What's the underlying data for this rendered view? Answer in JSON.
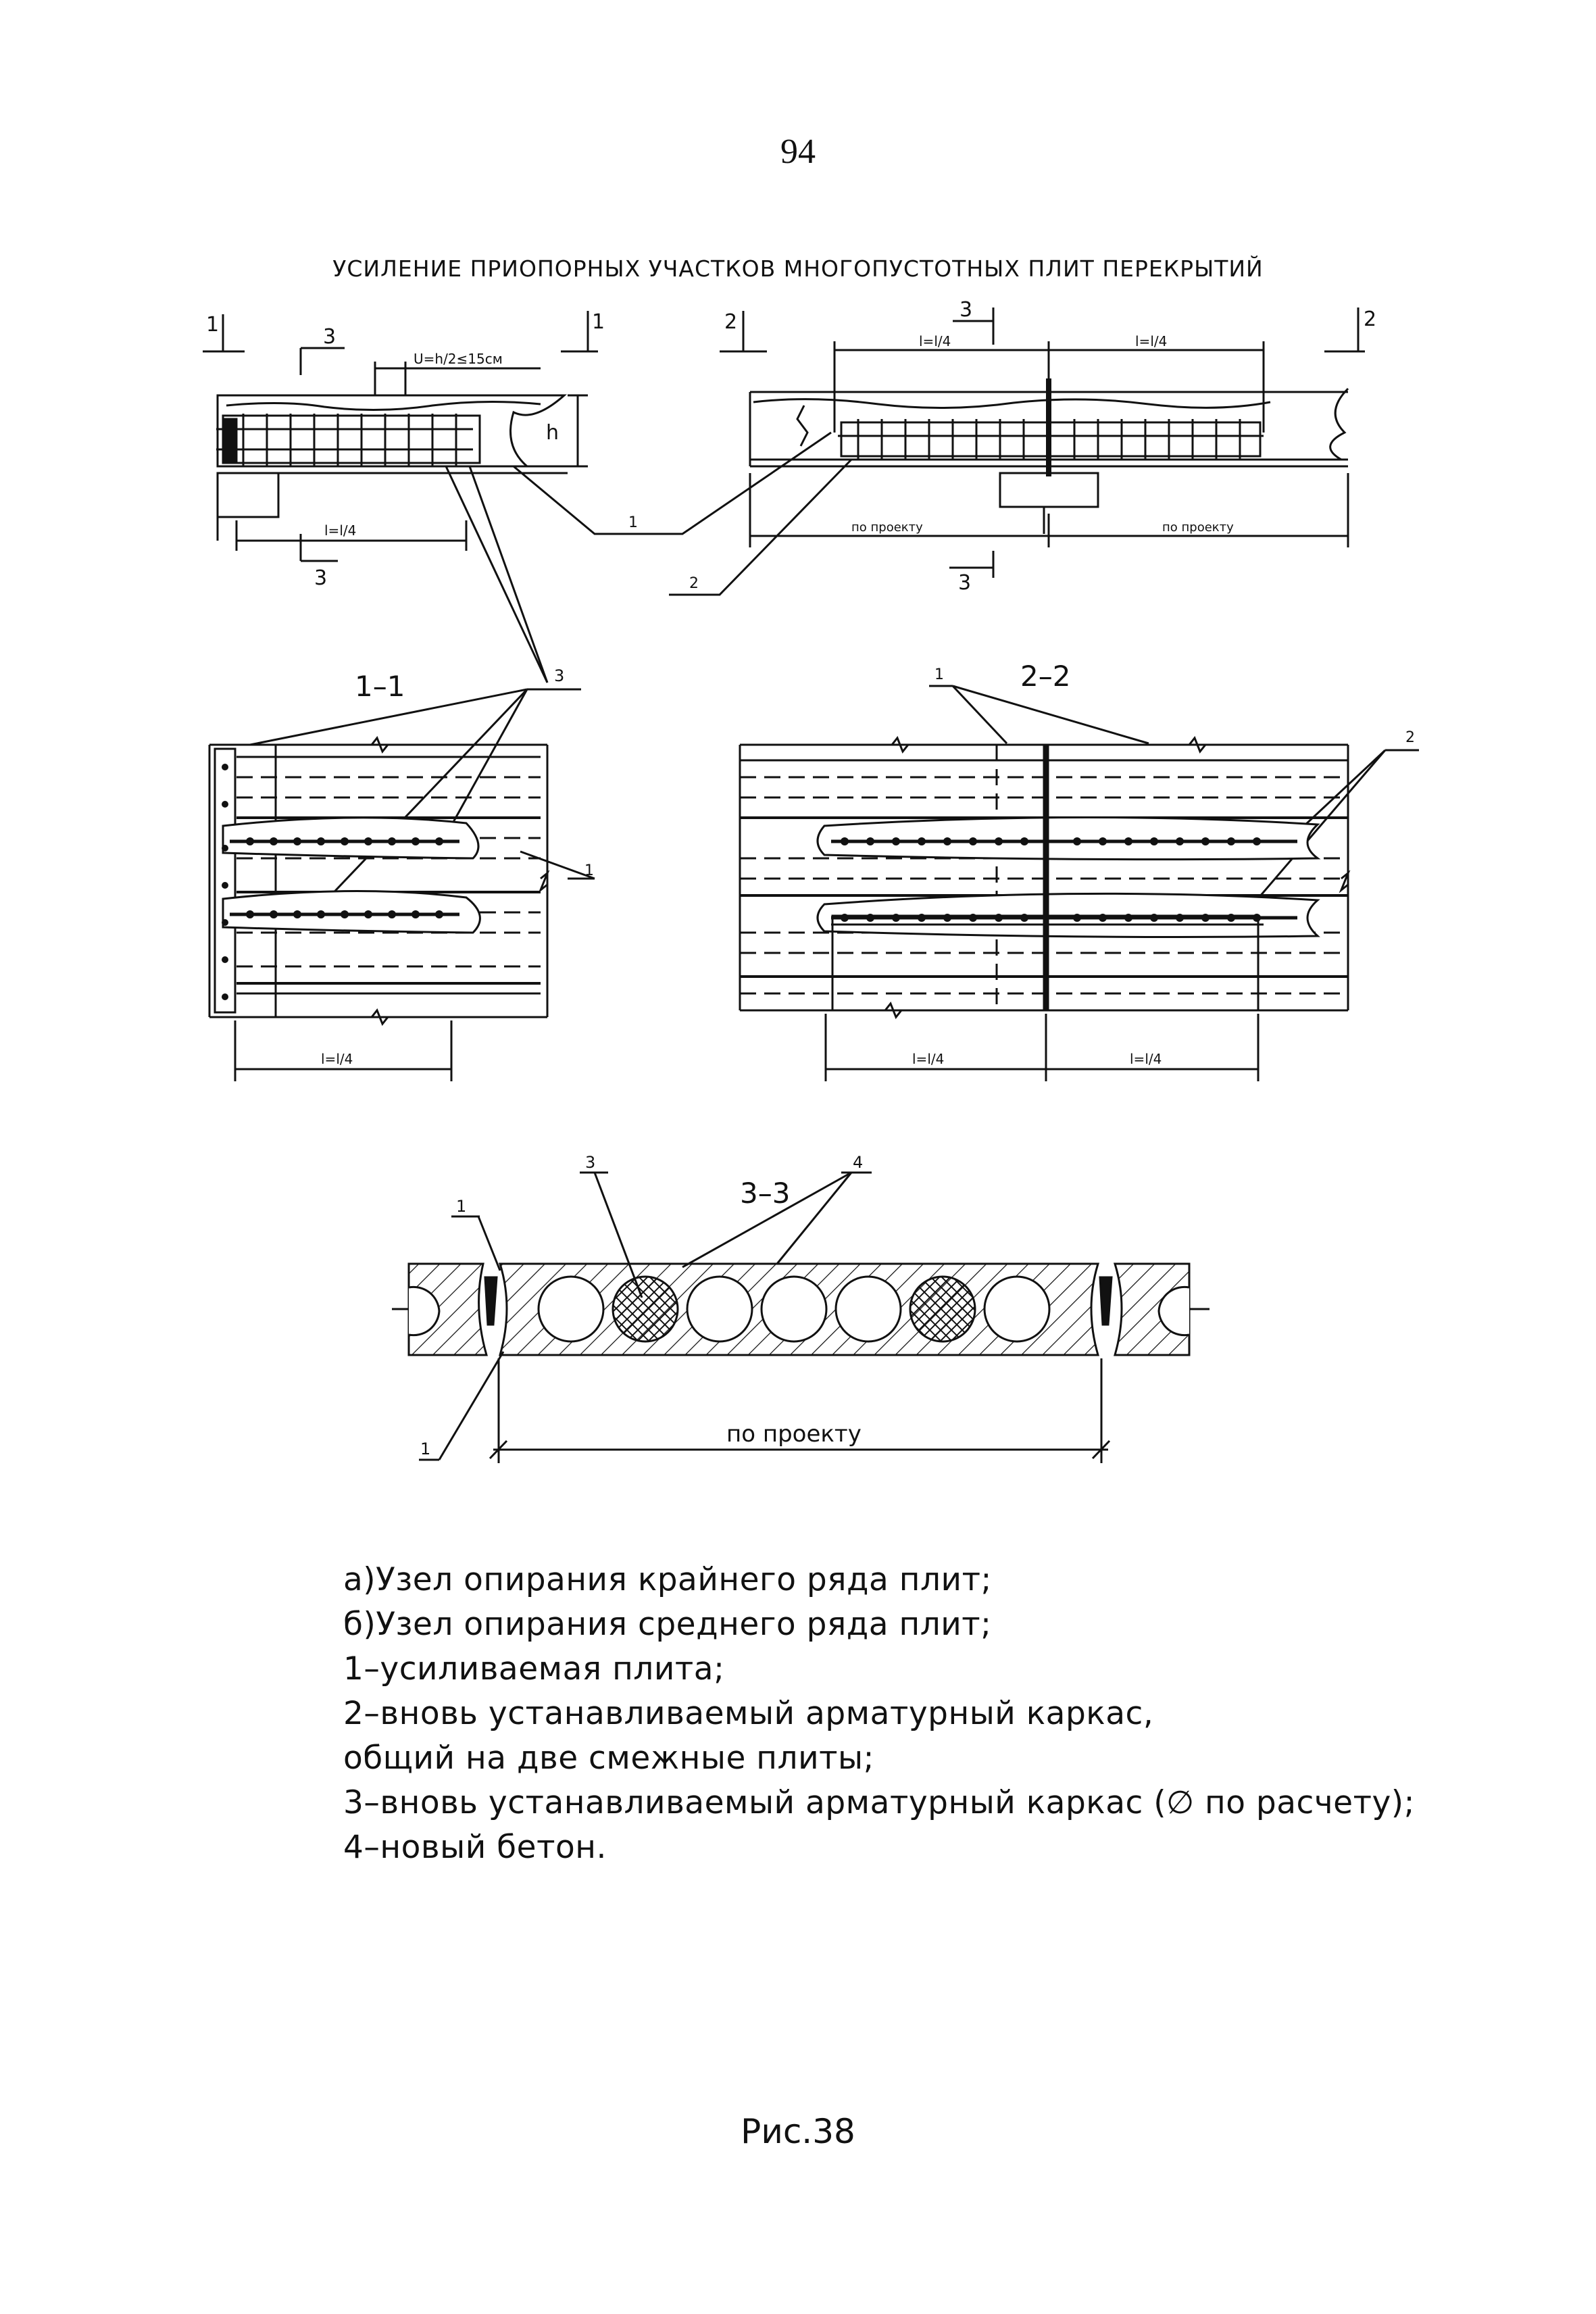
{
  "page_number": "94",
  "title": "УСИЛЕНИЕ ПРИОПОРНЫХ УЧАСТКОВ МНОГОПУСТОТНЫХ ПЛИТ ПЕРЕКРЫТИЙ",
  "labels": {
    "sec1": "1",
    "sec2": "2",
    "sec3": "3",
    "one": "1",
    "two": "2",
    "three": "3",
    "four": "4",
    "h": "h",
    "u_eq": "U=h/2≤15см",
    "l_over_4": "l=l/4",
    "po_proektu_small": "по проекту",
    "po_proektu": "по проекту",
    "section_1_1": "1–1",
    "section_2_2": "2–2",
    "section_3_3": "3–3"
  },
  "legend": [
    "а)Узел опирания крайнего ряда плит;",
    "б)Узел опирания среднего ряда плит;",
    "1–усиливаемая плита;",
    "2–вновь устанавливаемый арматурный каркас,",
    "общий на две смежные плиты;",
    "3–вновь устанавливаемый арматурный каркас (∅ по расчету);",
    "4–новый бетон."
  ],
  "caption": "Рис.38"
}
